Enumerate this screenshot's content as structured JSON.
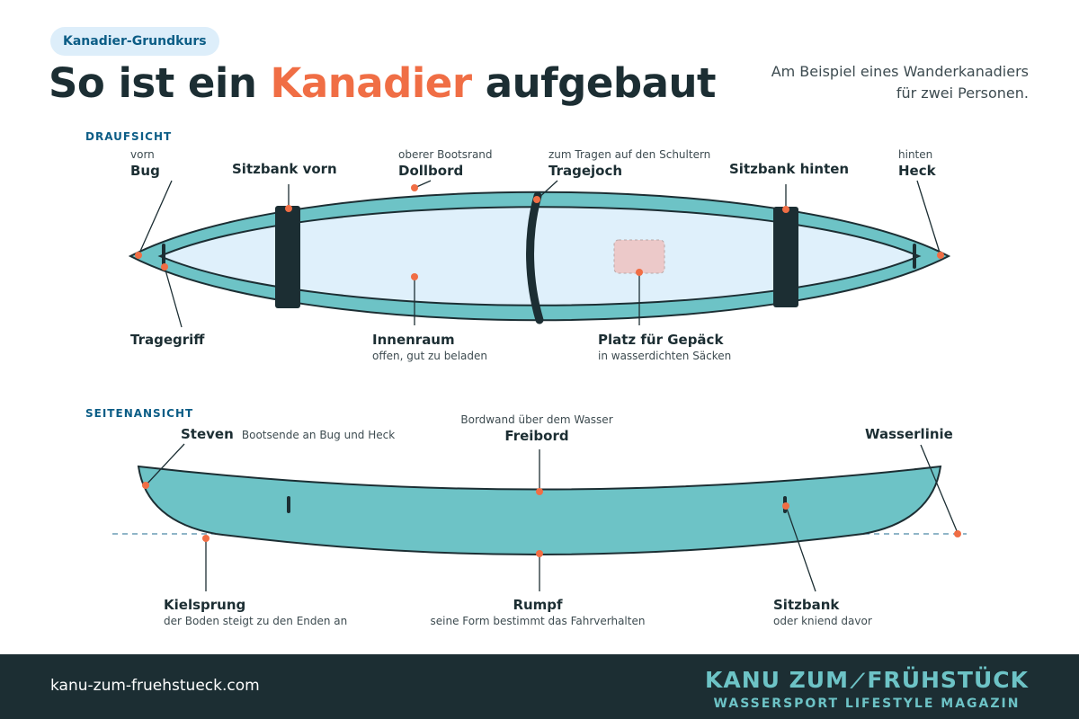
{
  "header": {
    "badge": "Kanadier-Grundkurs",
    "title_prefix": "So ist ein ",
    "title_accent": "Kanadier",
    "title_suffix": " aufgebaut",
    "subtitle_line1": "Am Beispiel eines Wanderkanadiers",
    "subtitle_line2": "für zwei Personen."
  },
  "top_view": {
    "section": "DRAUFSICHT",
    "labels": {
      "bug": {
        "small": "vorn",
        "big": "Bug"
      },
      "sitzbank_vorn": {
        "big": "Sitzbank vorn"
      },
      "dollbord": {
        "small": "oberer Bootsrand",
        "big": "Dollbord"
      },
      "tragejoch": {
        "small": "zum Tragen auf den Schultern",
        "big": "Tragejoch"
      },
      "sitzbank_hinten": {
        "big": "Sitzbank hinten"
      },
      "heck": {
        "small": "hinten",
        "big": "Heck"
      },
      "tragegriff": {
        "big": "Tragegriff"
      },
      "innenraum": {
        "big": "Innenraum",
        "small": "offen, gut zu beladen"
      },
      "gepaeck": {
        "big": "Platz für Gepäck",
        "small": "in wasserdichten Säcken"
      }
    }
  },
  "side_view": {
    "section": "SEITENANSICHT",
    "labels": {
      "steven": {
        "big": "Steven",
        "small": "Bootsende an Bug und Heck"
      },
      "freibord": {
        "small": "Bordwand über dem Wasser",
        "big": "Freibord"
      },
      "wasserlinie": {
        "big": "Wasserlinie"
      },
      "kielsprung": {
        "big": "Kielsprung",
        "small": "der Boden steigt zu den Enden an"
      },
      "rumpf": {
        "big": "Rumpf",
        "small": "seine Form bestimmt das Fahrverhalten"
      },
      "sitzbank": {
        "big": "Sitzbank",
        "small": "oder kniend davor"
      }
    }
  },
  "footer": {
    "url": "kanu-zum-fruehstueck.com",
    "brand_line1_a": "KANU ZUM",
    "brand_line1_b": "FRÜHSTÜCK",
    "brand_line2": "WASSERSPORT LIFESTYLE MAGAZIN"
  },
  "colors": {
    "accent": "#f06e45",
    "hull": "#6dc3c6",
    "interior": "#dff0fb",
    "dark": "#1c2e33",
    "label_blue": "#0c5d86"
  }
}
